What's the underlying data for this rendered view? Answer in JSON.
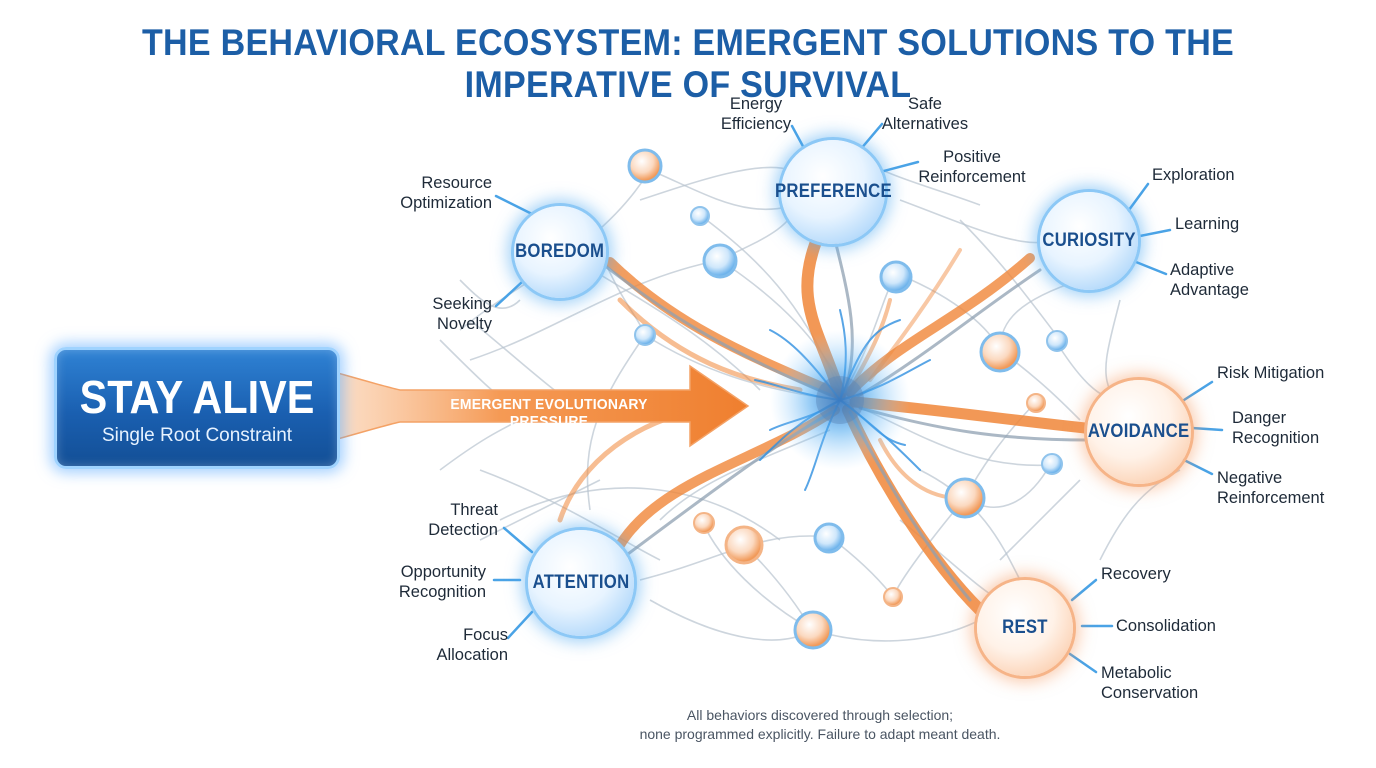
{
  "title": "THE BEHAVIORAL ECOSYSTEM: EMERGENT SOLUTIONS TO THE IMPERATIVE OF SURVIVAL",
  "root": {
    "title": "STAY ALIVE",
    "subtitle": "Single Root Constraint"
  },
  "pressure_label": "EMERGENT EVOLUTIONARY PRESSURE",
  "colors": {
    "title": "#1c5ea6",
    "blue": "#3b9ee8",
    "orange": "#f0853a",
    "root": "#1a5fb0"
  },
  "hubs": {
    "boredom": {
      "label": "BOREDOM",
      "outcomes": {
        "resource": [
          "Resource",
          "Optimization"
        ],
        "seeking": [
          "Seeking",
          "Novelty"
        ]
      }
    },
    "preference": {
      "label": "PREFERENCE",
      "outcomes": {
        "energy": [
          "Energy",
          "Efficiency"
        ],
        "safe": [
          "Safe",
          "Alternatives"
        ],
        "positive": [
          "Positive",
          "Reinforcement"
        ]
      }
    },
    "curiosity": {
      "label": "CURIOSITY",
      "outcomes": {
        "exploration": "Exploration",
        "learning": "Learning",
        "adaptive": [
          "Adaptive",
          "Advantage"
        ]
      }
    },
    "avoidance": {
      "label": "AVOIDANCE",
      "outcomes": {
        "risk": "Risk Mitigation",
        "danger": [
          "Danger",
          "Recognition"
        ],
        "negative": [
          "Negative",
          "Reinforcement"
        ]
      }
    },
    "rest": {
      "label": "REST",
      "outcomes": {
        "recovery": "Recovery",
        "consolidation": "Consolidation",
        "metabolic": [
          "Metabolic",
          "Conservation"
        ]
      }
    },
    "attention": {
      "label": "ATTENTION",
      "outcomes": {
        "threat": [
          "Threat",
          "Detection"
        ],
        "opportunity": [
          "Opportunity",
          "Recognition"
        ],
        "focus": [
          "Focus",
          "Allocation"
        ]
      }
    }
  },
  "footer": [
    "All behaviors discovered through selection;",
    "none programmed explicitly. Failure to adapt meant death."
  ]
}
